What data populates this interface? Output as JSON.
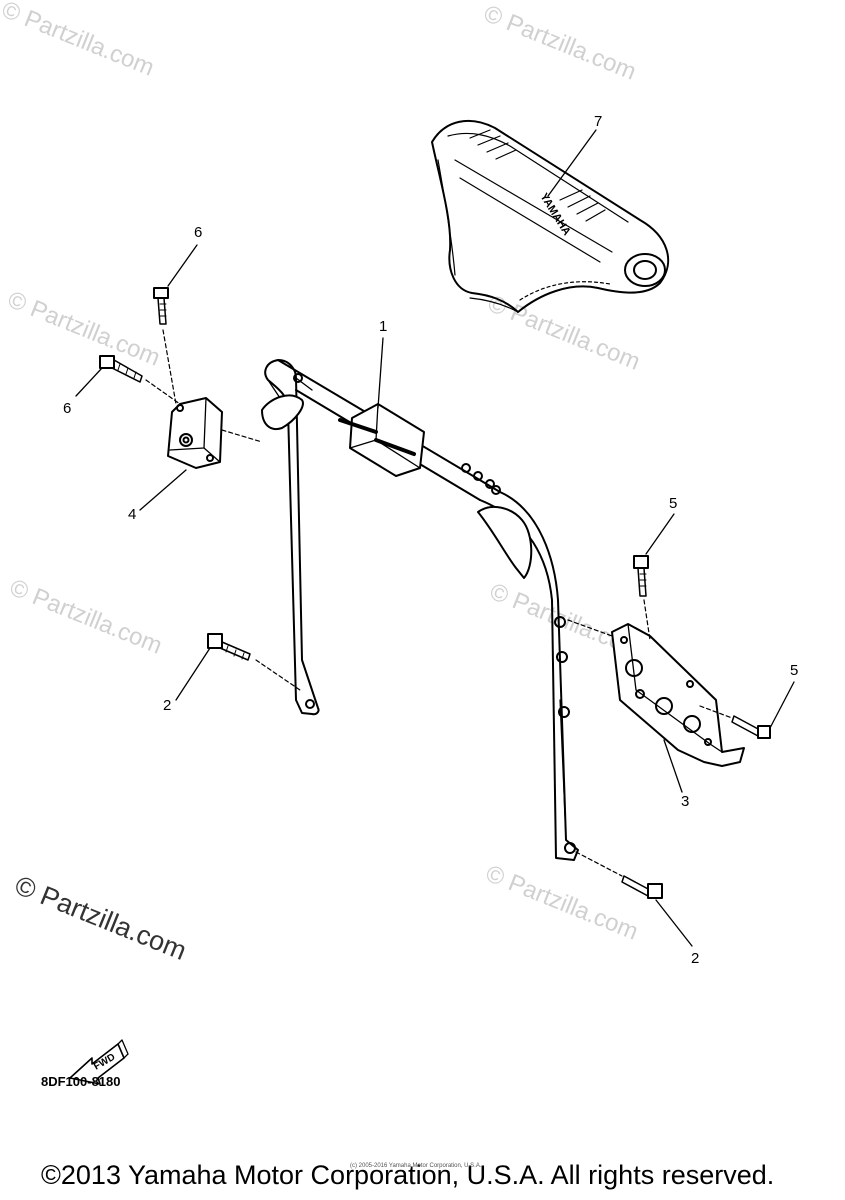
{
  "watermark": {
    "text": "© Partzilla.com",
    "big_text": "© Partzilla.com"
  },
  "callouts": {
    "c1": "1",
    "c2a": "2",
    "c2b": "2",
    "c3": "3",
    "c4": "4",
    "c5a": "5",
    "c5b": "5",
    "c6a": "6",
    "c6b": "6",
    "c7": "7"
  },
  "seat_brand": "YAMAHA",
  "fwd_label": "FWD",
  "diagram_code": "8DF100-8180",
  "tiny_notice": "(c) 2005-2016 Yamaha Motor Corporation, U.S.A.",
  "copyright": "©2013 Yamaha Motor Corporation, U.S.A. All rights reserved."
}
